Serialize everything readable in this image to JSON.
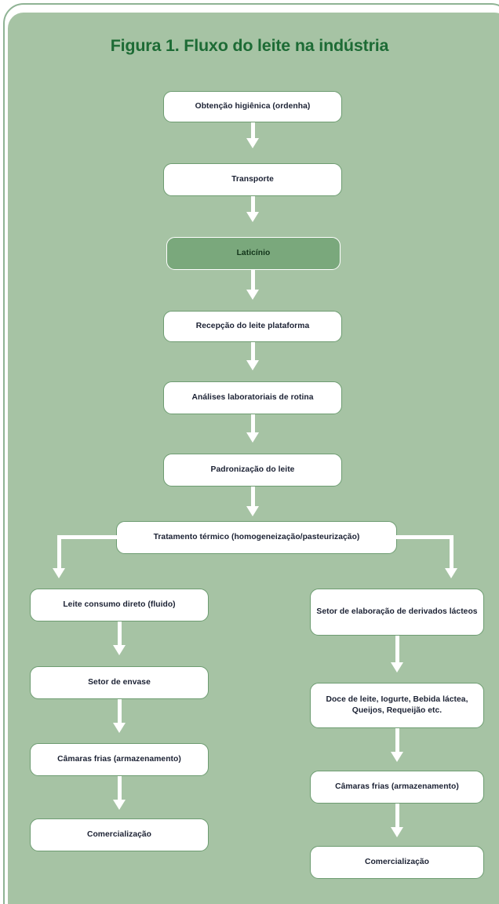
{
  "figure": {
    "title": "Figura 1. Fluxo do leite na indústria",
    "title_color": "#1d6b35",
    "panel_color": "#a6c3a4",
    "node_fill": "#ffffff",
    "node_border": "#6d9c71",
    "accent_fill": "#7aa87c",
    "connector_color": "#ffffff",
    "text_color": "#1b2133"
  },
  "nodes": {
    "obtencao": "Obtenção higiênica (ordenha)",
    "transporte": "Transporte",
    "laticinio": "Laticínio",
    "recepcao": "Recepção do leite plataforma",
    "analises": "Análises laboratoriais de rotina",
    "padronizacao": "Padronização do leite",
    "tratamento": "Tratamento térmico (homogeneização/pasteurização)",
    "leite_consumo": "Leite consumo direto (fluido)",
    "setor_envase": "Setor de envase",
    "camaras_frias_esq": "Câmaras frias (armazenamento)",
    "comercializacao_esq": "Comercialização",
    "setor_elaboracao": "Setor de elaboração de derivados lácteos",
    "produtos": "Doce de leite, Iogurte, Bebida láctea, Queijos, Requeijão etc.",
    "camaras_frias_dir": "Câmaras frias (armazenamento)",
    "comercializacao_dir": "Comercialização"
  }
}
